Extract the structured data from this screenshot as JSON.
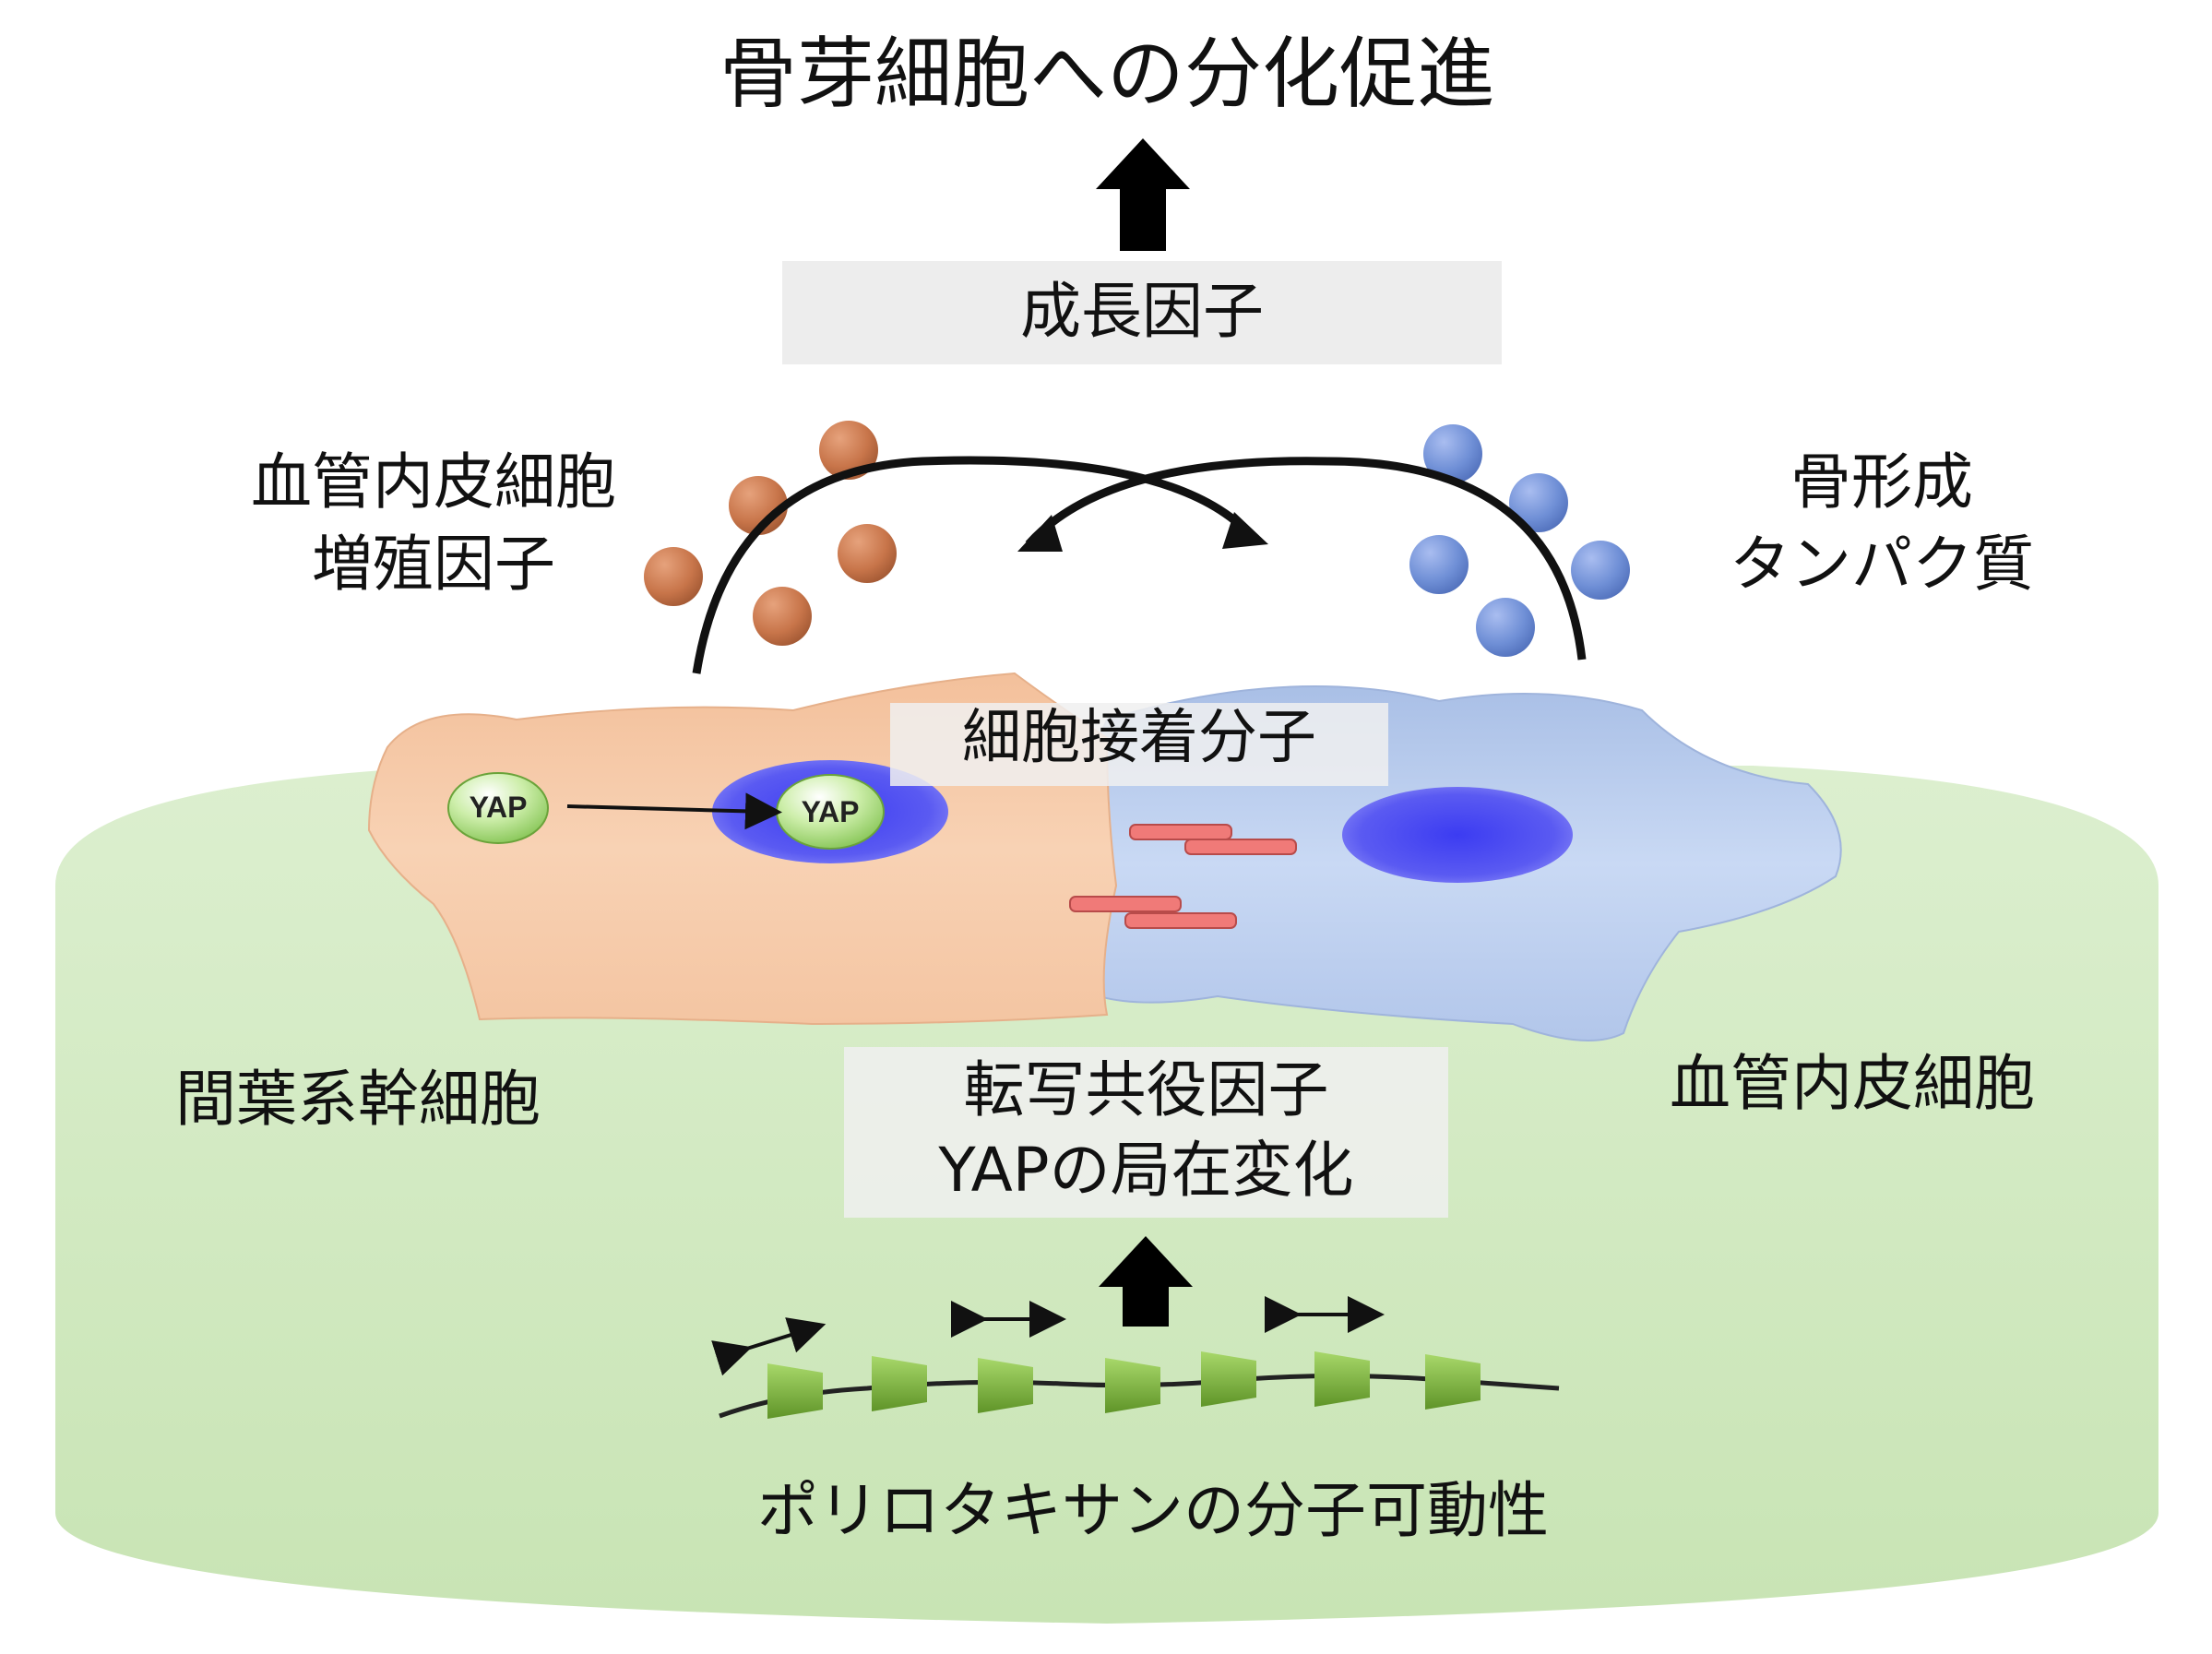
{
  "title": "骨芽細胞への分化促進",
  "growth_factor": "成長因子",
  "left_factor": {
    "line1": "血管内皮細胞",
    "line2": "増殖因子"
  },
  "right_factor": {
    "line1": "骨形成",
    "line2": "タンパク質"
  },
  "adhesion": "細胞接着分子",
  "left_cell": "間葉系幹細胞",
  "right_cell": "血管内皮細胞",
  "yap_change": {
    "line1": "転写共役因子",
    "line2": "YAPの局在変化"
  },
  "yap_label_1": "YAP",
  "yap_label_2": "YAP",
  "polyrotaxane": "ポリロタキサンの分子可動性",
  "colors": {
    "substrate": "#cfe8bf",
    "msc_cell": "#f6c8a6",
    "endo_cell": "#b9cdee",
    "nucleus": "#5a5af0",
    "yap": "#a9dc7a",
    "vegf_ball": "#c8754a",
    "bmp_ball": "#6f8fd6",
    "adhesion_bar": "#f07a78",
    "rotaxane_ring": "#7ab03a"
  }
}
